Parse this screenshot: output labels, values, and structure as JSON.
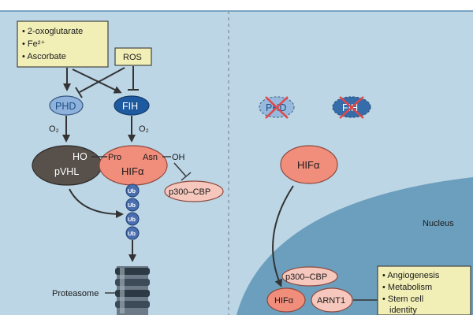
{
  "colors": {
    "panel_bg": "#bcd6e6",
    "nucleus_bg": "#6c9fbd",
    "note_box": "#f1efb6",
    "phd": "#8fb2dc",
    "fih": "#1e5aa0",
    "pvhl": "#57504b",
    "hif_alpha": "#f18d7b",
    "p300_cbp": "#f6c7bd",
    "ub": "#4a6fb0"
  },
  "left_panel": {
    "cofactors": [
      "2-oxoglutarate",
      "Fe²⁺",
      "Ascorbate"
    ],
    "ros_label": "ROS",
    "phd_label": "PHD",
    "fih_label": "FIH",
    "o2_label": "O₂",
    "pvhl_label": "pVHL",
    "ho_label": "HO",
    "pro_label": "Pro",
    "asn_label": "Asn",
    "oh_label": "OH",
    "hif_label": "HIFα",
    "p300_label": "p300–CBP",
    "ub_label": "Ub",
    "proteasome_label": "Proteasome"
  },
  "right_panel": {
    "phd_label": "PHD",
    "fih_label": "FIH",
    "hif_label": "HIFα",
    "nucleus_label": "Nucleus",
    "p300_label": "p300–CBP",
    "hif_label_nuc": "HIFα",
    "arnt_label": "ARNT1",
    "targets": [
      "Angiogenesis",
      "Metabolism",
      "Stem cell",
      "identity"
    ]
  }
}
